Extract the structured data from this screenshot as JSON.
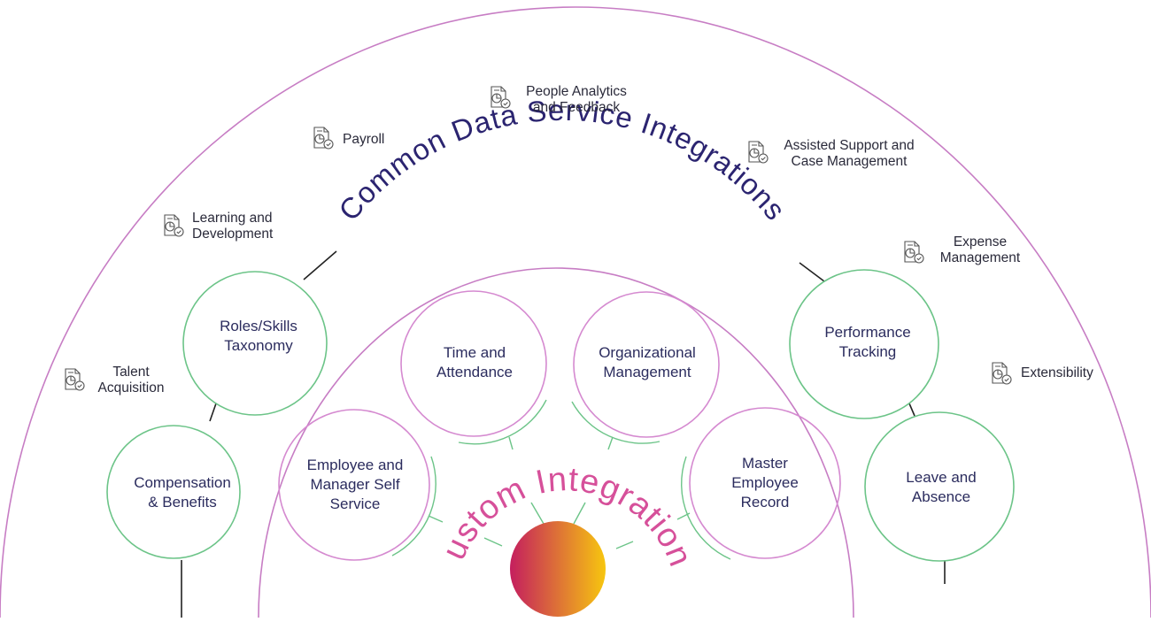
{
  "title_outer": "Common Data Service Integrations",
  "title_inner": "Custom Integrations",
  "services": [
    {
      "id": "talent-acquisition",
      "lines": [
        "Talent",
        "Acquisition"
      ]
    },
    {
      "id": "learning-development",
      "lines": [
        "Learning and",
        "Development"
      ]
    },
    {
      "id": "payroll",
      "lines": [
        "Payroll"
      ]
    },
    {
      "id": "people-analytics",
      "lines": [
        "People Analytics",
        "and Feedback"
      ]
    },
    {
      "id": "assisted-support",
      "lines": [
        "Assisted Support and",
        "Case Management"
      ]
    },
    {
      "id": "expense-management",
      "lines": [
        "Expense",
        "Management"
      ]
    },
    {
      "id": "extensibility",
      "lines": [
        "Extensibility"
      ]
    }
  ],
  "outer_nodes": [
    {
      "id": "compensation-benefits",
      "lines": [
        "Compensation",
        "& Benefits"
      ]
    },
    {
      "id": "roles-skills",
      "lines": [
        "Roles/Skills",
        "Taxonomy"
      ]
    },
    {
      "id": "performance-tracking",
      "lines": [
        "Performance",
        "Tracking"
      ]
    },
    {
      "id": "leave-absence",
      "lines": [
        "Leave and",
        "Absence"
      ]
    }
  ],
  "inner_nodes": [
    {
      "id": "employee-manager",
      "lines": [
        "Employee and",
        "Manager Self",
        "Service"
      ]
    },
    {
      "id": "time-attendance",
      "lines": [
        "Time and",
        "Attendance"
      ]
    },
    {
      "id": "organizational-management",
      "lines": [
        "Organizational",
        "Management"
      ]
    },
    {
      "id": "master-employee",
      "lines": [
        "Master",
        "Employee",
        "Record"
      ]
    }
  ],
  "colors": {
    "outer_arc": "#c77dc4",
    "green": "#6cc488",
    "pink_circle": "#d58ad0",
    "outer_title": "#2b2470",
    "inner_title": "#d6509a",
    "line": "#222222",
    "gradient_start": "#c41e5e",
    "gradient_end": "#f7c60f"
  }
}
